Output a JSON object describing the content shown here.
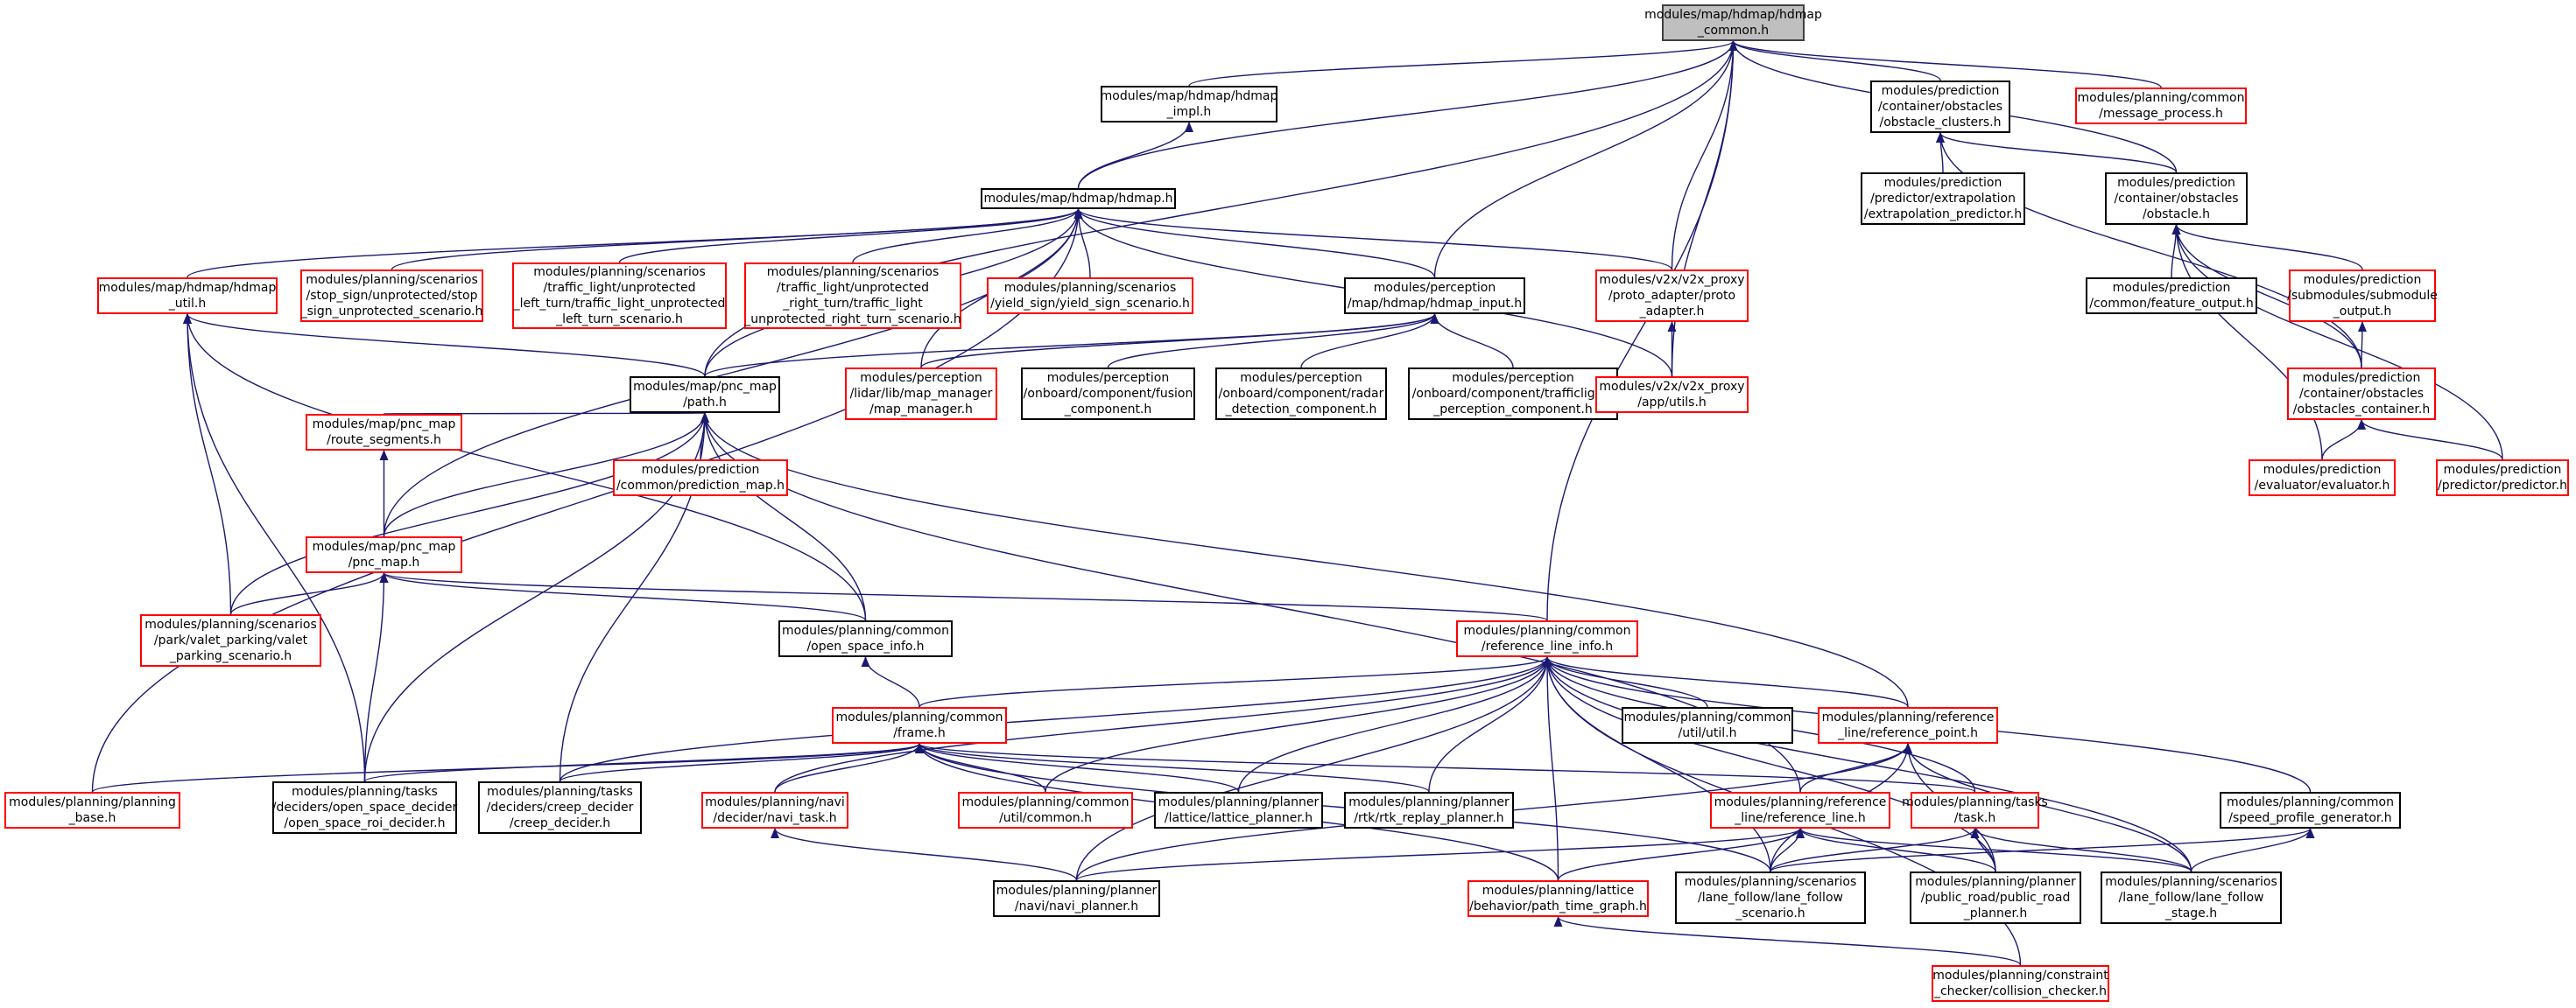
{
  "colors": {
    "edge": "#191970",
    "border_black": "#000000",
    "border_red": "#ff0000",
    "root_fill": "#bfbfbf"
  },
  "nodes": [
    {
      "id": "n0",
      "label": "modules/map/hdmap/hdmap\n_common.h",
      "style": "root"
    },
    {
      "id": "n1",
      "label": "modules/map/hdmap/hdmap\n_impl.h",
      "style": "black"
    },
    {
      "id": "n2",
      "label": "modules/prediction\n/container/obstacles\n/obstacle_clusters.h",
      "style": "black"
    },
    {
      "id": "n3",
      "label": "modules/planning/common\n/message_process.h",
      "style": "red"
    },
    {
      "id": "n4",
      "label": "modules/map/hdmap/hdmap.h",
      "style": "black"
    },
    {
      "id": "n5",
      "label": "modules/prediction\n/predictor/extrapolation\n/extrapolation_predictor.h",
      "style": "black"
    },
    {
      "id": "n6",
      "label": "modules/prediction\n/container/obstacles\n/obstacle.h",
      "style": "black"
    },
    {
      "id": "n7",
      "label": "modules/map/hdmap/hdmap\n_util.h",
      "style": "red"
    },
    {
      "id": "n8",
      "label": "modules/planning/scenarios\n/stop_sign/unprotected/stop\n_sign_unprotected_scenario.h",
      "style": "red"
    },
    {
      "id": "n9",
      "label": "modules/planning/scenarios\n/traffic_light/unprotected\n_left_turn/traffic_light_unprotected\n_left_turn_scenario.h",
      "style": "red"
    },
    {
      "id": "n10",
      "label": "modules/planning/scenarios\n/traffic_light/unprotected\n_right_turn/traffic_light\n_unprotected_right_turn_scenario.h",
      "style": "red"
    },
    {
      "id": "n11",
      "label": "modules/planning/scenarios\n/yield_sign/yield_sign_scenario.h",
      "style": "red"
    },
    {
      "id": "n12",
      "label": "modules/perception\n/map/hdmap/hdmap_input.h",
      "style": "black"
    },
    {
      "id": "n13",
      "label": "modules/v2x/v2x_proxy\n/proto_adapter/proto\n_adapter.h",
      "style": "red"
    },
    {
      "id": "n14",
      "label": "modules/prediction\n/common/feature_output.h",
      "style": "black"
    },
    {
      "id": "n15",
      "label": "modules/prediction\n/submodules/submodule\n_output.h",
      "style": "red"
    },
    {
      "id": "n16",
      "label": "modules/map/pnc_map\n/path.h",
      "style": "black"
    },
    {
      "id": "n17",
      "label": "modules/perception\n/lidar/lib/map_manager\n/map_manager.h",
      "style": "red"
    },
    {
      "id": "n18",
      "label": "modules/perception\n/onboard/component/fusion\n_component.h",
      "style": "black"
    },
    {
      "id": "n19",
      "label": "modules/perception\n/onboard/component/radar\n_detection_component.h",
      "style": "black"
    },
    {
      "id": "n20",
      "label": "modules/perception\n/onboard/component/trafficlights\n_perception_component.h",
      "style": "black"
    },
    {
      "id": "n21",
      "label": "modules/v2x/v2x_proxy\n/app/utils.h",
      "style": "red"
    },
    {
      "id": "n22",
      "label": "modules/prediction\n/container/obstacles\n/obstacles_container.h",
      "style": "red"
    },
    {
      "id": "n23",
      "label": "modules/map/pnc_map\n/route_segments.h",
      "style": "red"
    },
    {
      "id": "n24",
      "label": "modules/prediction\n/common/prediction_map.h",
      "style": "red"
    },
    {
      "id": "n25",
      "label": "modules/prediction\n/evaluator/evaluator.h",
      "style": "red"
    },
    {
      "id": "n26",
      "label": "modules/prediction\n/predictor/predictor.h",
      "style": "red"
    },
    {
      "id": "n27",
      "label": "modules/map/pnc_map\n/pnc_map.h",
      "style": "red"
    },
    {
      "id": "n28",
      "label": "modules/planning/scenarios\n/park/valet_parking/valet\n_parking_scenario.h",
      "style": "red"
    },
    {
      "id": "n29",
      "label": "modules/planning/common\n/open_space_info.h",
      "style": "black"
    },
    {
      "id": "n30",
      "label": "modules/planning/common\n/reference_line_info.h",
      "style": "red"
    },
    {
      "id": "n31",
      "label": "modules/planning/common\n/frame.h",
      "style": "red"
    },
    {
      "id": "n32",
      "label": "modules/planning/common\n/util/util.h",
      "style": "black"
    },
    {
      "id": "n33",
      "label": "modules/planning/reference\n_line/reference_point.h",
      "style": "red"
    },
    {
      "id": "n34",
      "label": "modules/planning/planning\n_base.h",
      "style": "red"
    },
    {
      "id": "n35",
      "label": "modules/planning/tasks\n/deciders/open_space_decider\n/open_space_roi_decider.h",
      "style": "black"
    },
    {
      "id": "n36",
      "label": "modules/planning/tasks\n/deciders/creep_decider\n/creep_decider.h",
      "style": "black"
    },
    {
      "id": "n37",
      "label": "modules/planning/navi\n/decider/navi_task.h",
      "style": "red"
    },
    {
      "id": "n38",
      "label": "modules/planning/common\n/util/common.h",
      "style": "red"
    },
    {
      "id": "n39",
      "label": "modules/planning/planner\n/lattice/lattice_planner.h",
      "style": "black"
    },
    {
      "id": "n40",
      "label": "modules/planning/planner\n/rtk/rtk_replay_planner.h",
      "style": "black"
    },
    {
      "id": "n41",
      "label": "modules/planning/reference\n_line/reference_line.h",
      "style": "red"
    },
    {
      "id": "n42",
      "label": "modules/planning/tasks\n/task.h",
      "style": "red"
    },
    {
      "id": "n43",
      "label": "modules/planning/common\n/speed_profile_generator.h",
      "style": "black"
    },
    {
      "id": "n44",
      "label": "modules/planning/planner\n/navi/navi_planner.h",
      "style": "black"
    },
    {
      "id": "n45",
      "label": "modules/planning/lattice\n/behavior/path_time_graph.h",
      "style": "red"
    },
    {
      "id": "n46",
      "label": "modules/planning/scenarios\n/lane_follow/lane_follow\n_scenario.h",
      "style": "black"
    },
    {
      "id": "n47",
      "label": "modules/planning/planner\n/public_road/public_road\n_planner.h",
      "style": "black"
    },
    {
      "id": "n48",
      "label": "modules/planning/scenarios\n/lane_follow/lane_follow\n_stage.h",
      "style": "black"
    },
    {
      "id": "n49",
      "label": "modules/planning/constraint\n_checker/collision_checker.h",
      "style": "red"
    }
  ],
  "edges": [
    [
      "n1",
      "n0"
    ],
    [
      "n2",
      "n0"
    ],
    [
      "n3",
      "n0"
    ],
    [
      "n4",
      "n0"
    ],
    [
      "n6",
      "n0"
    ],
    [
      "n12",
      "n0"
    ],
    [
      "n13",
      "n0"
    ],
    [
      "n21",
      "n0"
    ],
    [
      "n30",
      "n0"
    ],
    [
      "n16",
      "n0"
    ],
    [
      "n4",
      "n1"
    ],
    [
      "n5",
      "n2"
    ],
    [
      "n6",
      "n2"
    ],
    [
      "n22",
      "n2"
    ],
    [
      "n7",
      "n4"
    ],
    [
      "n8",
      "n4"
    ],
    [
      "n9",
      "n4"
    ],
    [
      "n10",
      "n4"
    ],
    [
      "n11",
      "n4"
    ],
    [
      "n12",
      "n4"
    ],
    [
      "n13",
      "n4"
    ],
    [
      "n21",
      "n4"
    ],
    [
      "n16",
      "n4"
    ],
    [
      "n17",
      "n4"
    ],
    [
      "n27",
      "n4"
    ],
    [
      "n34",
      "n4"
    ],
    [
      "n14",
      "n6"
    ],
    [
      "n15",
      "n6"
    ],
    [
      "n22",
      "n6"
    ],
    [
      "n25",
      "n6"
    ],
    [
      "n26",
      "n6"
    ],
    [
      "n28",
      "n7"
    ],
    [
      "n16",
      "n7"
    ],
    [
      "n29",
      "n7"
    ],
    [
      "n35",
      "n7"
    ],
    [
      "n16",
      "n12"
    ],
    [
      "n17",
      "n12"
    ],
    [
      "n18",
      "n12"
    ],
    [
      "n19",
      "n12"
    ],
    [
      "n20",
      "n12"
    ],
    [
      "n21",
      "n13"
    ],
    [
      "n22",
      "n15"
    ],
    [
      "n23",
      "n16"
    ],
    [
      "n24",
      "n16"
    ],
    [
      "n27",
      "n16"
    ],
    [
      "n28",
      "n16"
    ],
    [
      "n29",
      "n16"
    ],
    [
      "n33",
      "n16"
    ],
    [
      "n35",
      "n16"
    ],
    [
      "n36",
      "n16"
    ],
    [
      "n41",
      "n16"
    ],
    [
      "n25",
      "n22"
    ],
    [
      "n26",
      "n22"
    ],
    [
      "n27",
      "n23"
    ],
    [
      "n28",
      "n27"
    ],
    [
      "n29",
      "n27"
    ],
    [
      "n30",
      "n27"
    ],
    [
      "n35",
      "n27"
    ],
    [
      "n31",
      "n29"
    ],
    [
      "n31",
      "n30"
    ],
    [
      "n32",
      "n30"
    ],
    [
      "n33",
      "n30"
    ],
    [
      "n36",
      "n30"
    ],
    [
      "n37",
      "n30"
    ],
    [
      "n38",
      "n30"
    ],
    [
      "n39",
      "n30"
    ],
    [
      "n40",
      "n30"
    ],
    [
      "n42",
      "n30"
    ],
    [
      "n43",
      "n30"
    ],
    [
      "n44",
      "n30"
    ],
    [
      "n45",
      "n30"
    ],
    [
      "n46",
      "n30"
    ],
    [
      "n47",
      "n30"
    ],
    [
      "n48",
      "n30"
    ],
    [
      "n49",
      "n30"
    ],
    [
      "n34",
      "n31"
    ],
    [
      "n35",
      "n31"
    ],
    [
      "n36",
      "n31"
    ],
    [
      "n37",
      "n31"
    ],
    [
      "n38",
      "n31"
    ],
    [
      "n39",
      "n31"
    ],
    [
      "n40",
      "n31"
    ],
    [
      "n42",
      "n31"
    ],
    [
      "n45",
      "n31"
    ],
    [
      "n46",
      "n31"
    ],
    [
      "n41",
      "n33"
    ],
    [
      "n44",
      "n33"
    ],
    [
      "n46",
      "n33"
    ],
    [
      "n47",
      "n33"
    ],
    [
      "n48",
      "n33"
    ],
    [
      "n44",
      "n37"
    ],
    [
      "n44",
      "n41"
    ],
    [
      "n45",
      "n41"
    ],
    [
      "n46",
      "n41"
    ],
    [
      "n47",
      "n41"
    ],
    [
      "n48",
      "n41"
    ],
    [
      "n46",
      "n42"
    ],
    [
      "n47",
      "n42"
    ],
    [
      "n48",
      "n42"
    ],
    [
      "n46",
      "n43"
    ],
    [
      "n48",
      "n43"
    ],
    [
      "n49",
      "n45"
    ]
  ]
}
